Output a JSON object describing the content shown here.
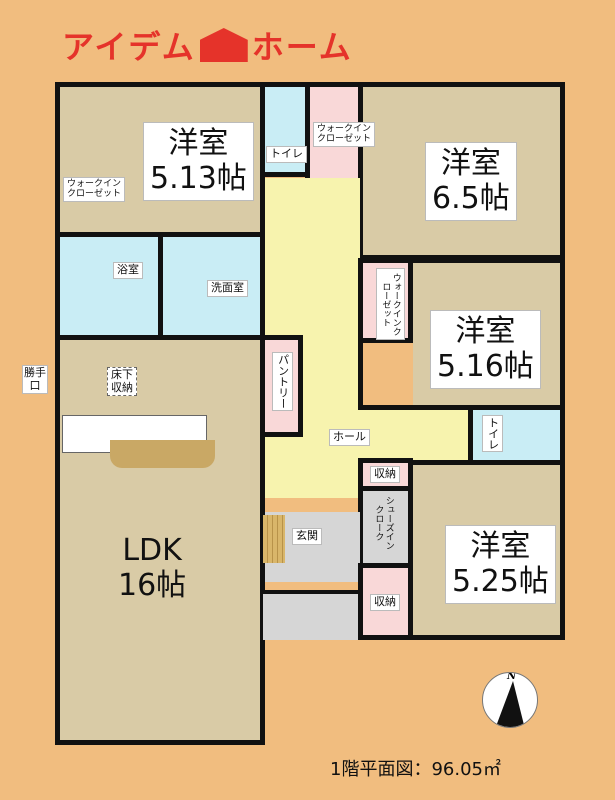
{
  "brand": {
    "left": "アイデム",
    "right": "ホーム",
    "color": "#E5332A"
  },
  "rooms": {
    "western_513": {
      "name": "洋室",
      "size": "5.13帖"
    },
    "western_65": {
      "name": "洋室",
      "size": "6.5帖"
    },
    "western_516": {
      "name": "洋室",
      "size": "5.16帖"
    },
    "western_525": {
      "name": "洋室",
      "size": "5.25帖"
    },
    "ldk": {
      "name": "LDK",
      "size": "16帖"
    },
    "wic_left": "ウォークイン\nクローゼット",
    "wic_top": "ウォークイン\nクローゼット",
    "wic_mid": "ウォークインクローゼット",
    "toilet_top": "トイレ",
    "toilet_right": "トイレ",
    "bath": "浴室",
    "washroom": "洗面室",
    "underfloor": "床下\n収納",
    "pantry": "パントリー",
    "hall": "ホール",
    "storage_top": "収納",
    "storage_bottom": "収納",
    "shoe_closet": "シューズイン\nクローク",
    "entrance": "玄関",
    "service_door": "勝手口"
  },
  "compass": "N",
  "caption": "1階平面図：96.05㎡"
}
